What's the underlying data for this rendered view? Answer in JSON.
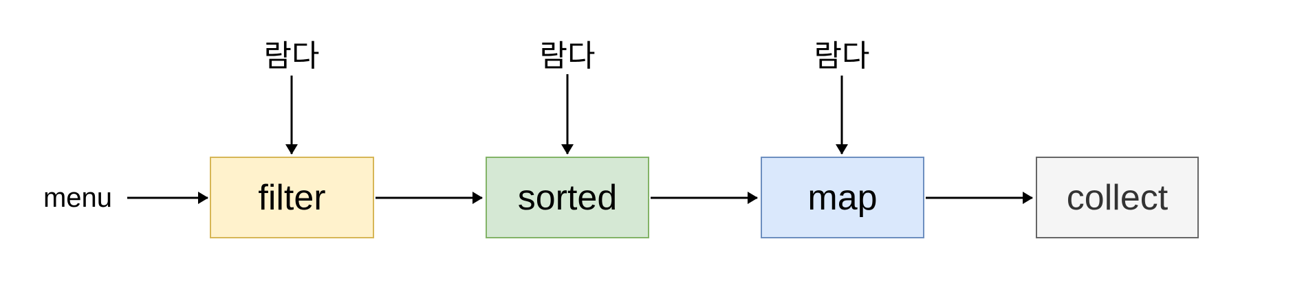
{
  "diagram": {
    "background": "#ffffff",
    "arrow_color": "#000000",
    "input_label": "menu",
    "lambda_labels": [
      "람다",
      "람다",
      "람다"
    ],
    "nodes": [
      {
        "label": "filter",
        "fill": "#fff2cc",
        "border": "#d6b656",
        "text_color": "#000000"
      },
      {
        "label": "sorted",
        "fill": "#d5e8d4",
        "border": "#82b366",
        "text_color": "#000000"
      },
      {
        "label": "map",
        "fill": "#dae8fc",
        "border": "#6c8ebf",
        "text_color": "#000000"
      },
      {
        "label": "collect",
        "fill": "#f5f5f5",
        "border": "#666666",
        "text_color": "#333333"
      }
    ],
    "edges": [
      {
        "from": "menu",
        "to": "filter",
        "direction": "right"
      },
      {
        "from": "filter",
        "to": "sorted",
        "direction": "right"
      },
      {
        "from": "sorted",
        "to": "map",
        "direction": "right"
      },
      {
        "from": "map",
        "to": "collect",
        "direction": "right"
      },
      {
        "from": "람다",
        "to": "filter",
        "direction": "down"
      },
      {
        "from": "람다",
        "to": "sorted",
        "direction": "down"
      },
      {
        "from": "람다",
        "to": "map",
        "direction": "down"
      }
    ]
  }
}
